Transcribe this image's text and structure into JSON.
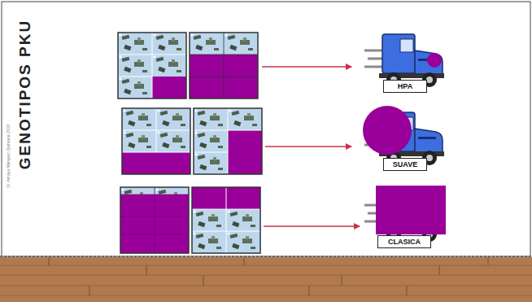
{
  "diagram": {
    "title": "GENOTIPOS PKU",
    "nodes": [
      {
        "text": [
          "HPA"
        ]
      },
      {
        "text": [
          "SUAVE"
        ]
      },
      {
        "text": [
          "CLASICA"
        ]
      }
    ],
    "labels": [
      "Dr. Amaya Márquez Quintana  2019"
    ]
  }
}
